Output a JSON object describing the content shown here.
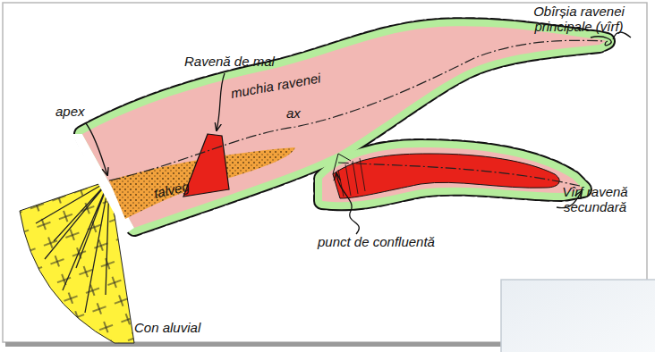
{
  "diagram": {
    "labels": [
      "Obîrșia ravenei principale (vîrf)",
      "Ravenă de mal",
      "muchia ravenei",
      "ax",
      "apex",
      "talveg",
      "Vîrf ravenă secundară",
      "punct de confluentă",
      "Con aluvial"
    ]
  }
}
